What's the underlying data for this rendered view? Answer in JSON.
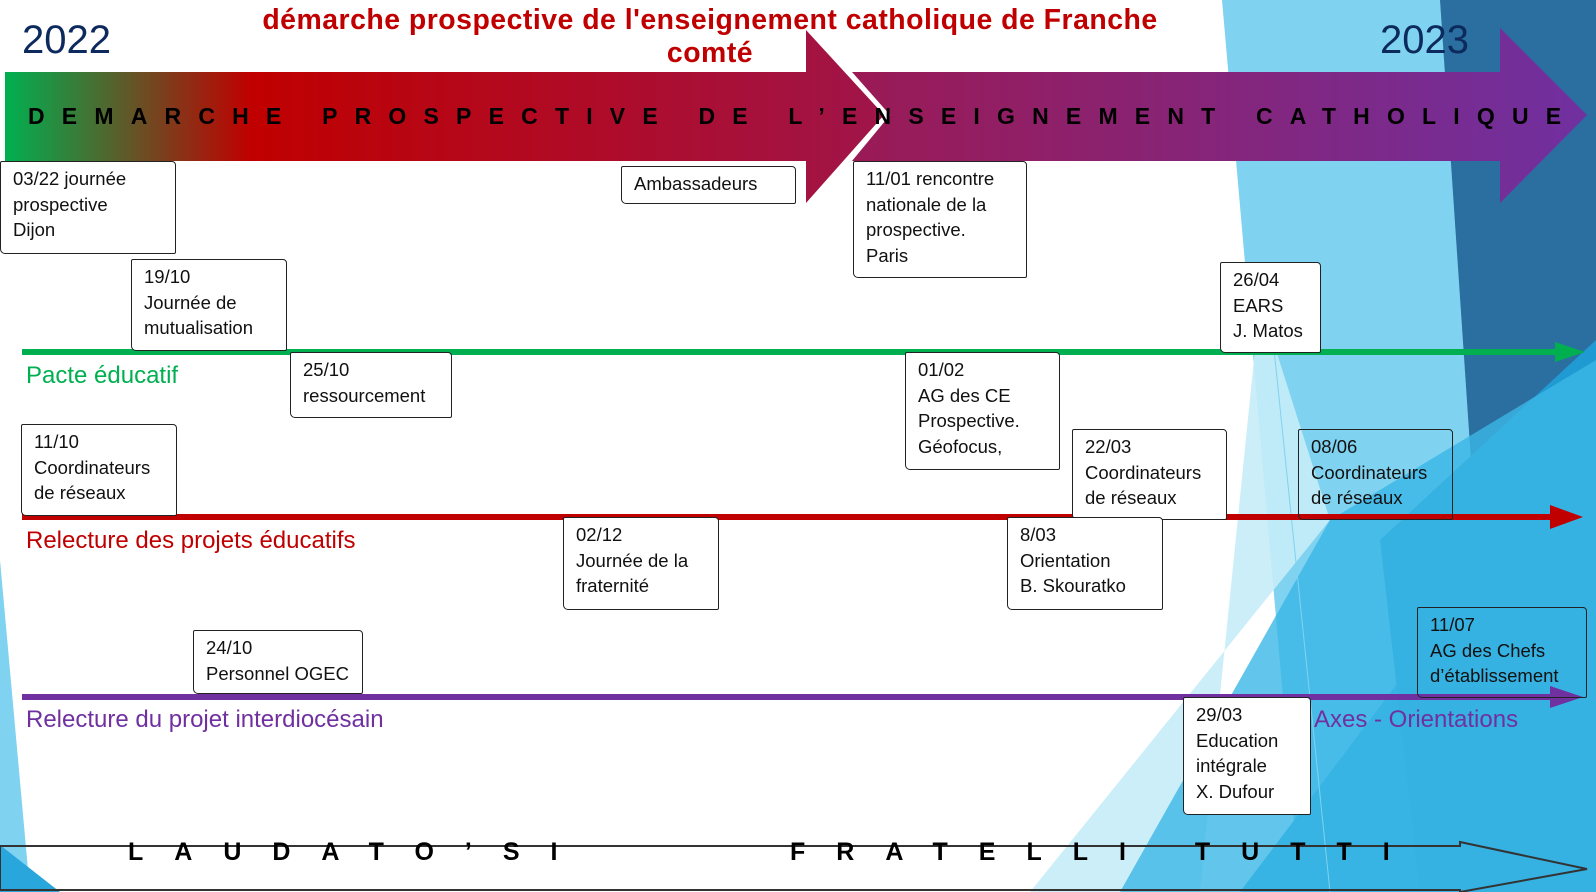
{
  "title": "démarche prospective de l'enseignement catholique de Franche comté",
  "year_start": "2022",
  "year_end": "2023",
  "banner": "DEMARCHE PROSPECTIVE DE L’ENSEIGNEMENT CATHOLIQUE",
  "tracks": [
    {
      "label": "Pacte éducatif",
      "color": "#00b050"
    },
    {
      "label": "Relecture des projets éducatifs",
      "color": "#c00000"
    },
    {
      "label": "Relecture du projet interdiocésain",
      "color": "#7030a0"
    }
  ],
  "axes_label": "Axes - Orientations",
  "bottom_left": "LAUDATO’SI",
  "bottom_right": "FRATELLI TUTTI",
  "events": [
    {
      "text": "03/22 journée\nprospective\nDijon"
    },
    {
      "text": "Ambassadeurs"
    },
    {
      "text": "11/01 rencontre\nnationale de la\nprospective.\nParis"
    },
    {
      "text": "19/10\nJournée de\nmutualisation"
    },
    {
      "text": "26/04\nEARS\nJ. Matos"
    },
    {
      "text": "25/10\nressourcement"
    },
    {
      "text": "01/02\nAG des CE\nProspective.\nGéofocus,"
    },
    {
      "text": "11/10\nCoordinateurs\nde réseaux"
    },
    {
      "text": "22/03\nCoordinateurs\nde réseaux"
    },
    {
      "text": "08/06\nCoordinateurs\nde réseaux"
    },
    {
      "text": "02/12\nJournée de la\nfraternité"
    },
    {
      "text": "8/03\nOrientation\nB. Skouratko"
    },
    {
      "text": "24/10\nPersonnel OGEC"
    },
    {
      "text": "11/07\nAG des Chefs\nd’établissement"
    },
    {
      "text": "29/03\nEducation\nintégrale\nX. Dufour"
    }
  ]
}
